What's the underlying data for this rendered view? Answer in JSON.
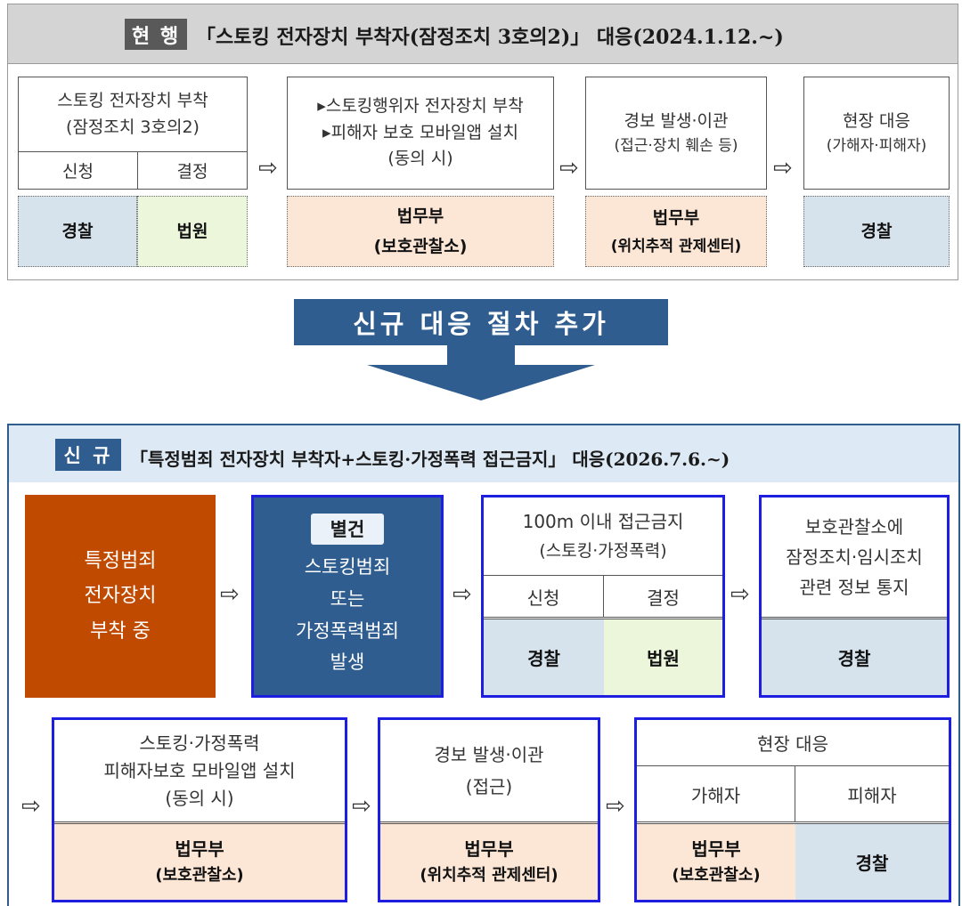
{
  "top": {
    "badge": "현 행",
    "title": "「스토킹 전자장치 부착자(잠정조치 3호의2)」 대응(2024.1.12.~)",
    "step1": {
      "line1": "스토킹 전자장치 부착",
      "line2": "(잠정조치 3호의2)",
      "col_left": "신청",
      "col_right": "결정",
      "agency_left": "경찰",
      "agency_right": "법원"
    },
    "step2": {
      "line1": "▸스토킹행위자 전자장치 부착",
      "line2": "▸피해자 보호 모바일앱 설치",
      "line3": "(동의 시)",
      "agency_line1": "법무부",
      "agency_line2": "(보호관찰소)"
    },
    "step3": {
      "line1": "경보 발생·이관",
      "line2": "(접근·장치 훼손 등)",
      "agency_line1": "법무부",
      "agency_line2": "(위치추적 관제센터)"
    },
    "step4": {
      "line1": "현장 대응",
      "line2": "(가해자·피해자)",
      "agency": "경찰"
    },
    "arrow": "⇨"
  },
  "middle": {
    "banner": "신규 대응 절차 추가"
  },
  "bottom": {
    "badge": "신 규",
    "title": "「특정범죄 전자장치 부착자+스토킹·가정폭력 접근금지」 대응(2026.7.6.~)",
    "step1": {
      "line1": "특정범죄",
      "line2": "전자장치",
      "line3": "부착 중"
    },
    "step2": {
      "tag": "별건",
      "line1": "스토킹범죄",
      "line2": "또는",
      "line3": "가정폭력범죄",
      "line4": "발생"
    },
    "step3": {
      "line1": "100m 이내 접근금지",
      "line2": "(스토킹·가정폭력)",
      "col_left": "신청",
      "col_right": "결정",
      "agency_left": "경찰",
      "agency_right": "법원"
    },
    "step4": {
      "line1": "보호관찰소에",
      "line2": "잠정조치·임시조치",
      "line3": "관련 정보 통지",
      "agency": "경찰"
    },
    "step5": {
      "line1": "스토킹·가정폭력",
      "line2": "피해자보호 모바일앱 설치",
      "line3": "(동의 시)",
      "agency_line1": "법무부",
      "agency_line2": "(보호관찰소)"
    },
    "step6": {
      "line1": "경보 발생·이관",
      "line2": "(접근)",
      "agency_line1": "법무부",
      "agency_line2": "(위치추적 관제센터)"
    },
    "step7": {
      "header": "현장 대응",
      "col_left": "가해자",
      "col_right": "피해자",
      "agency_left_line1": "법무부",
      "agency_left_line2": "(보호관찰소)",
      "agency_right": "경찰"
    },
    "arrow": "⇨"
  },
  "colors": {
    "dark_blue": "#2f5d8f",
    "orange": "#c04a00",
    "box_border_blue": "#1e1ee0",
    "light_blue_fill": "#d6e3ec",
    "light_green_fill": "#ebf6db",
    "peach_fill": "#fce6d6"
  }
}
